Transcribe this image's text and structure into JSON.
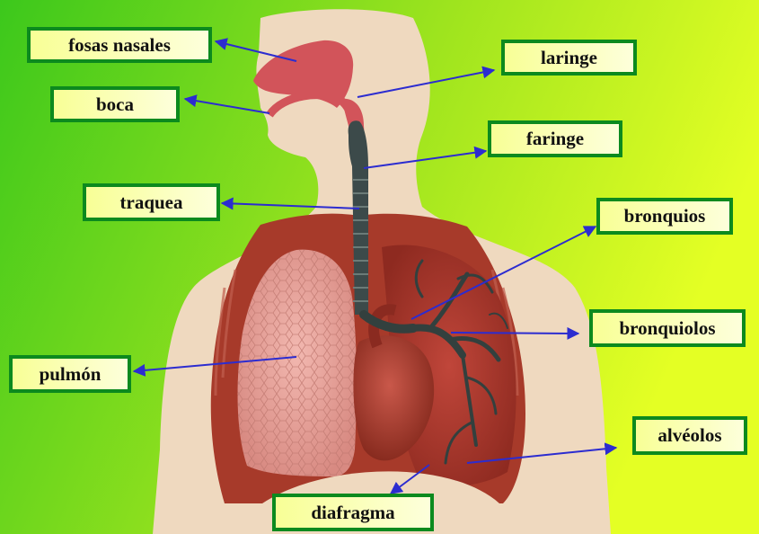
{
  "diagram": {
    "colors": {
      "background_left": "#3cc81c",
      "background_right": "#e4ff24",
      "skin": "#efd9bf",
      "label_border": "#0c8a1e",
      "label_fill": "#f8ff96",
      "arrow": "#2c2cd0",
      "lung": "#e8a8a0",
      "cavity": "#a73a2a",
      "trachea": "#3c4a4a"
    },
    "labels": {
      "fosas_nasales": "fosas nasales",
      "boca": "boca",
      "laringe": "laringe",
      "faringe": "faringe",
      "traquea": "traquea",
      "bronquios": "bronquios",
      "bronquiolos": "bronquiolos",
      "pulmon": "pulmón",
      "alveolos": "alvéolos",
      "diafragma": "diafragma"
    }
  }
}
